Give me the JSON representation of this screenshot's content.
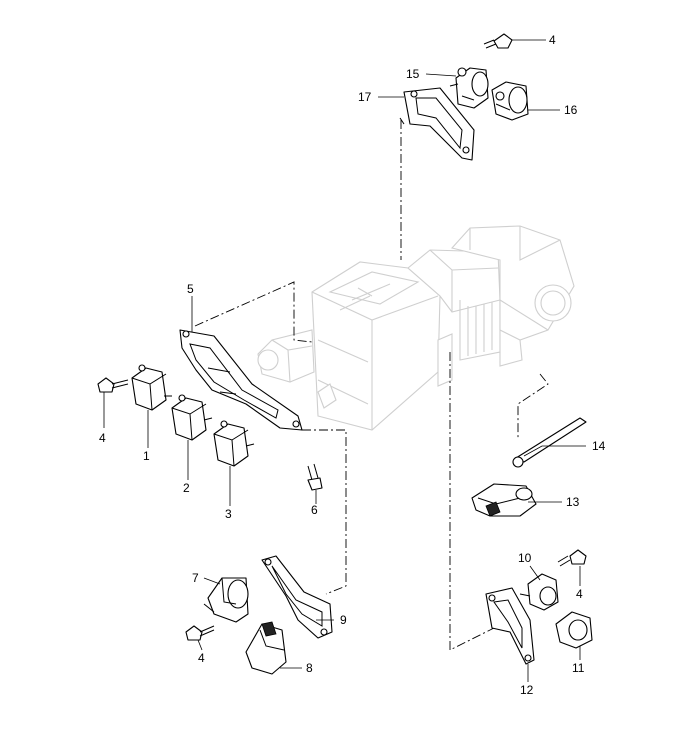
{
  "diagram": {
    "callouts": {
      "c1": "1",
      "c2": "2",
      "c3": "3",
      "c4_top": "4",
      "c4_left": "4",
      "c4_bottom_left": "4",
      "c4_right": "4",
      "c5": "5",
      "c6": "6",
      "c7": "7",
      "c8": "8",
      "c9": "9",
      "c10": "10",
      "c11": "11",
      "c12": "12",
      "c13": "13",
      "c14": "14",
      "c15": "15",
      "c16": "16",
      "c17": "17"
    }
  }
}
